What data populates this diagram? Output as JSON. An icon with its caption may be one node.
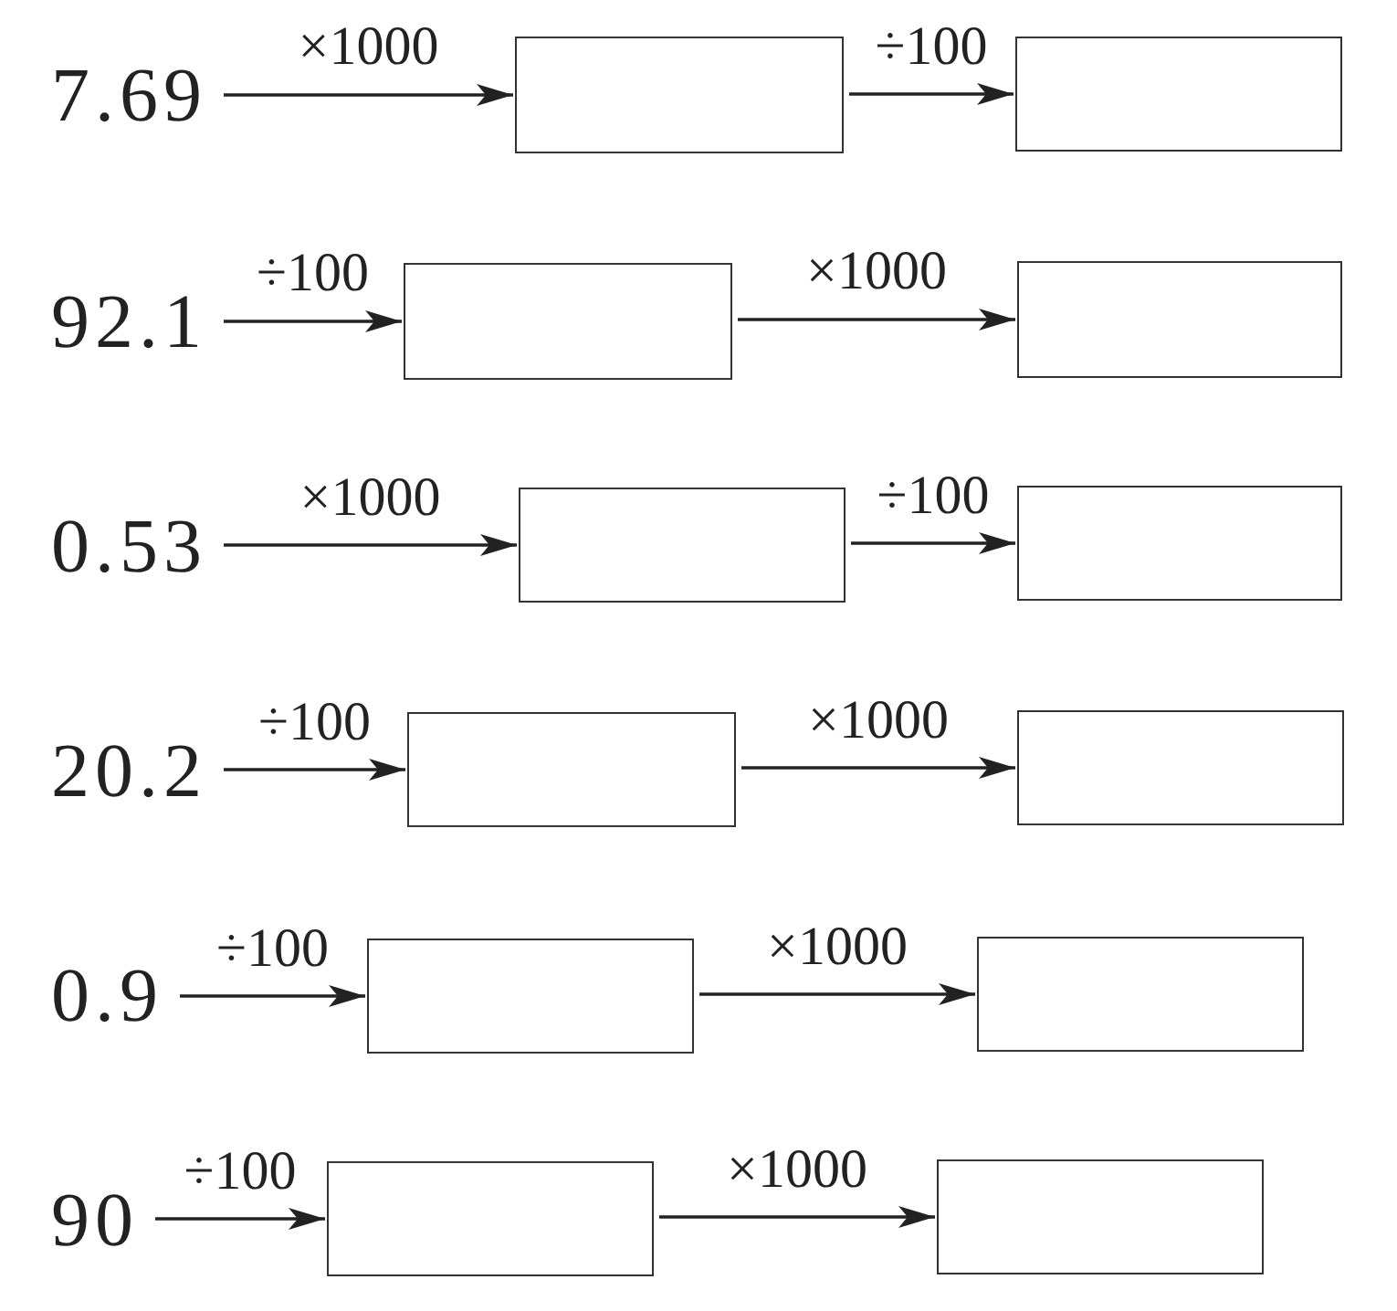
{
  "diagram": {
    "nodes": [
      {
        "text": [
          "7.69"
        ]
      },
      {
        "text": [],
        "shape": "box"
      },
      {
        "text": [],
        "shape": "box"
      },
      {
        "text": [
          "92.1"
        ]
      },
      {
        "text": [],
        "shape": "box"
      },
      {
        "text": [],
        "shape": "box"
      },
      {
        "text": [
          "0.53"
        ]
      },
      {
        "text": [],
        "shape": "box"
      },
      {
        "text": [],
        "shape": "box"
      },
      {
        "text": [
          "20.2"
        ]
      },
      {
        "text": [],
        "shape": "box"
      },
      {
        "text": [],
        "shape": "box"
      },
      {
        "text": [
          "0.9"
        ]
      },
      {
        "text": [],
        "shape": "box"
      },
      {
        "text": [],
        "shape": "box"
      },
      {
        "text": [
          "90"
        ]
      },
      {
        "text": [],
        "shape": "box"
      },
      {
        "text": [],
        "shape": "box"
      }
    ],
    "edges": [
      {
        "from": 0,
        "to": 1,
        "arrow": "to",
        "label": "×1000"
      },
      {
        "from": 1,
        "to": 2,
        "arrow": "to",
        "label": "÷100"
      },
      {
        "from": 3,
        "to": 4,
        "arrow": "to",
        "label": "÷100"
      },
      {
        "from": 4,
        "to": 5,
        "arrow": "to",
        "label": "×1000"
      },
      {
        "from": 6,
        "to": 7,
        "arrow": "to",
        "label": "×1000"
      },
      {
        "from": 7,
        "to": 8,
        "arrow": "to",
        "label": "÷100"
      },
      {
        "from": 9,
        "to": 10,
        "arrow": "to",
        "label": "÷100"
      },
      {
        "from": 10,
        "to": 11,
        "arrow": "to",
        "label": "×1000"
      },
      {
        "from": 12,
        "to": 13,
        "arrow": "to",
        "label": "÷100"
      },
      {
        "from": 13,
        "to": 14,
        "arrow": "to",
        "label": "×1000"
      },
      {
        "from": 15,
        "to": 16,
        "arrow": "to",
        "label": "÷100"
      },
      {
        "from": 16,
        "to": 17,
        "arrow": "to",
        "label": "×1000"
      }
    ]
  }
}
